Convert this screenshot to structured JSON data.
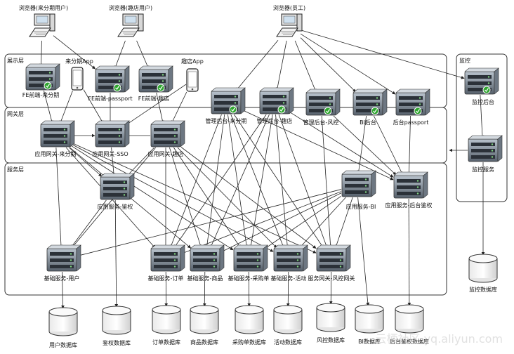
{
  "layers": {
    "display": "展示层",
    "gateway": "网关层",
    "service": "服务层",
    "monitor": "监控"
  },
  "nodes": {
    "browser_user": "浏览器(来分期用户)",
    "browser_store": "浏览器(趣店用户)",
    "browser_staff": "浏览器(员工)",
    "app_laifenqi": "来分期App",
    "app_qudian": "趣店App",
    "fe_laifenqi": "FE前端-来分期",
    "fe_passport": "FE前端-passport",
    "fe_qudian": "FE前端-趣店",
    "admin_laifenqi": "管理后台-来分期",
    "admin_qudian": "管理后台-趣店",
    "admin_risk": "管理后台-风控",
    "bi_admin": "BI后台",
    "admin_passport": "后台passport",
    "monitor_admin": "监控后台",
    "gw_laifenqi": "应用网关-来分期",
    "gw_sso": "应用网关-SSO",
    "gw_qudian": "应用网关-趣店",
    "monitor_service": "监控服务",
    "app_auth": "应用服务-鉴权",
    "app_bi": "应用服务-BI",
    "app_admin_auth": "应用服务-后台鉴权",
    "base_user": "基础服务-用户",
    "base_order": "基础服务-订单",
    "base_goods": "基础服务-商品",
    "base_purchase": "基础服务-采购单",
    "base_activity": "基础服务-活动",
    "gw_risk": "服务网关-风控网关",
    "db_user": "用户数据库",
    "db_auth": "鉴权数据库",
    "db_order": "订单数据库",
    "db_goods": "商品数据库",
    "db_purchase": "采购单数据库",
    "db_activity": "活动数据库",
    "db_risk": "风控数据库",
    "db_bi": "BI数据库",
    "db_admin_auth": "后台鉴权数据库",
    "db_monitor": "监控数据库"
  },
  "watermark": "云栖社区 yq.aliyun.com"
}
